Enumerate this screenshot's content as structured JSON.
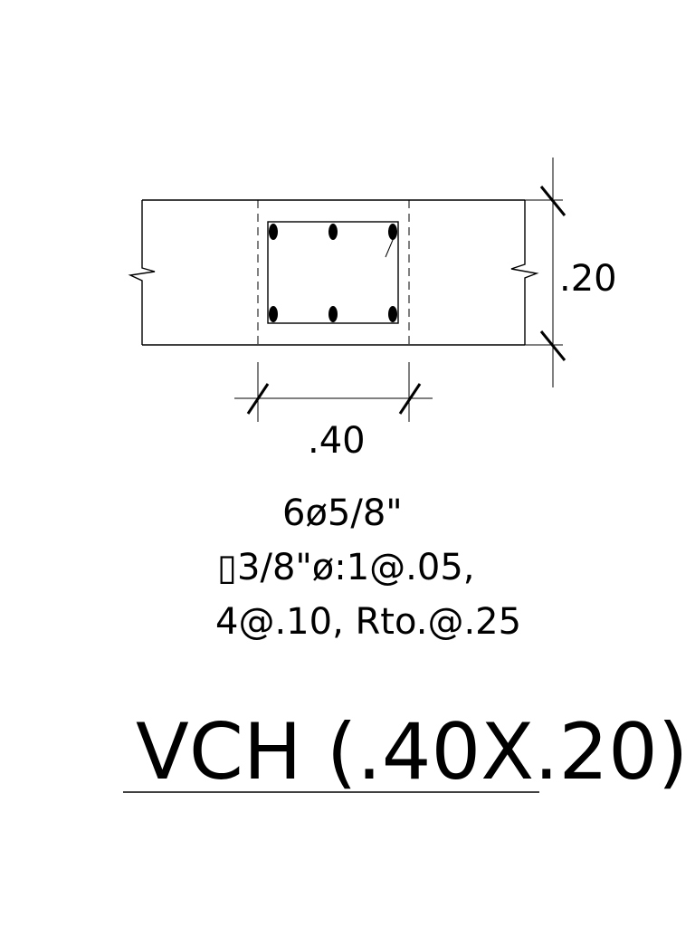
{
  "drawing": {
    "dimensions": {
      "height_label": ".20",
      "width_label": ".40"
    },
    "specs": {
      "longitudinal": "6ø5/8\"",
      "stirrups_line1": "▯3/8\"ø:1@.05,",
      "stirrups_line2": "4@.10, Rto.@.25"
    },
    "title": "VCH (.40X.20)",
    "rebar_count": 6
  }
}
